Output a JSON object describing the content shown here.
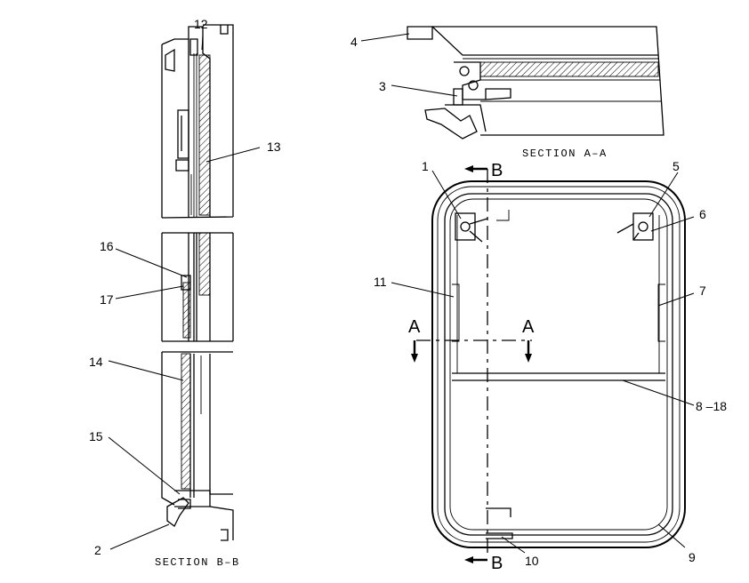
{
  "sections": {
    "aa_title": "SECTION A–A",
    "bb_title": "SECTION B–B"
  },
  "cut_markers": {
    "a": "A",
    "b": "B"
  },
  "callouts": {
    "c1": "1",
    "c2": "2",
    "c3": "3",
    "c4": "4",
    "c5": "5",
    "c6": "6",
    "c7": "7",
    "c8": "8 –18",
    "c9": "9",
    "c10": "10",
    "c11": "11",
    "c12": "12",
    "c13": "13",
    "c14": "14",
    "c15": "15",
    "c16": "16",
    "c17": "17"
  }
}
